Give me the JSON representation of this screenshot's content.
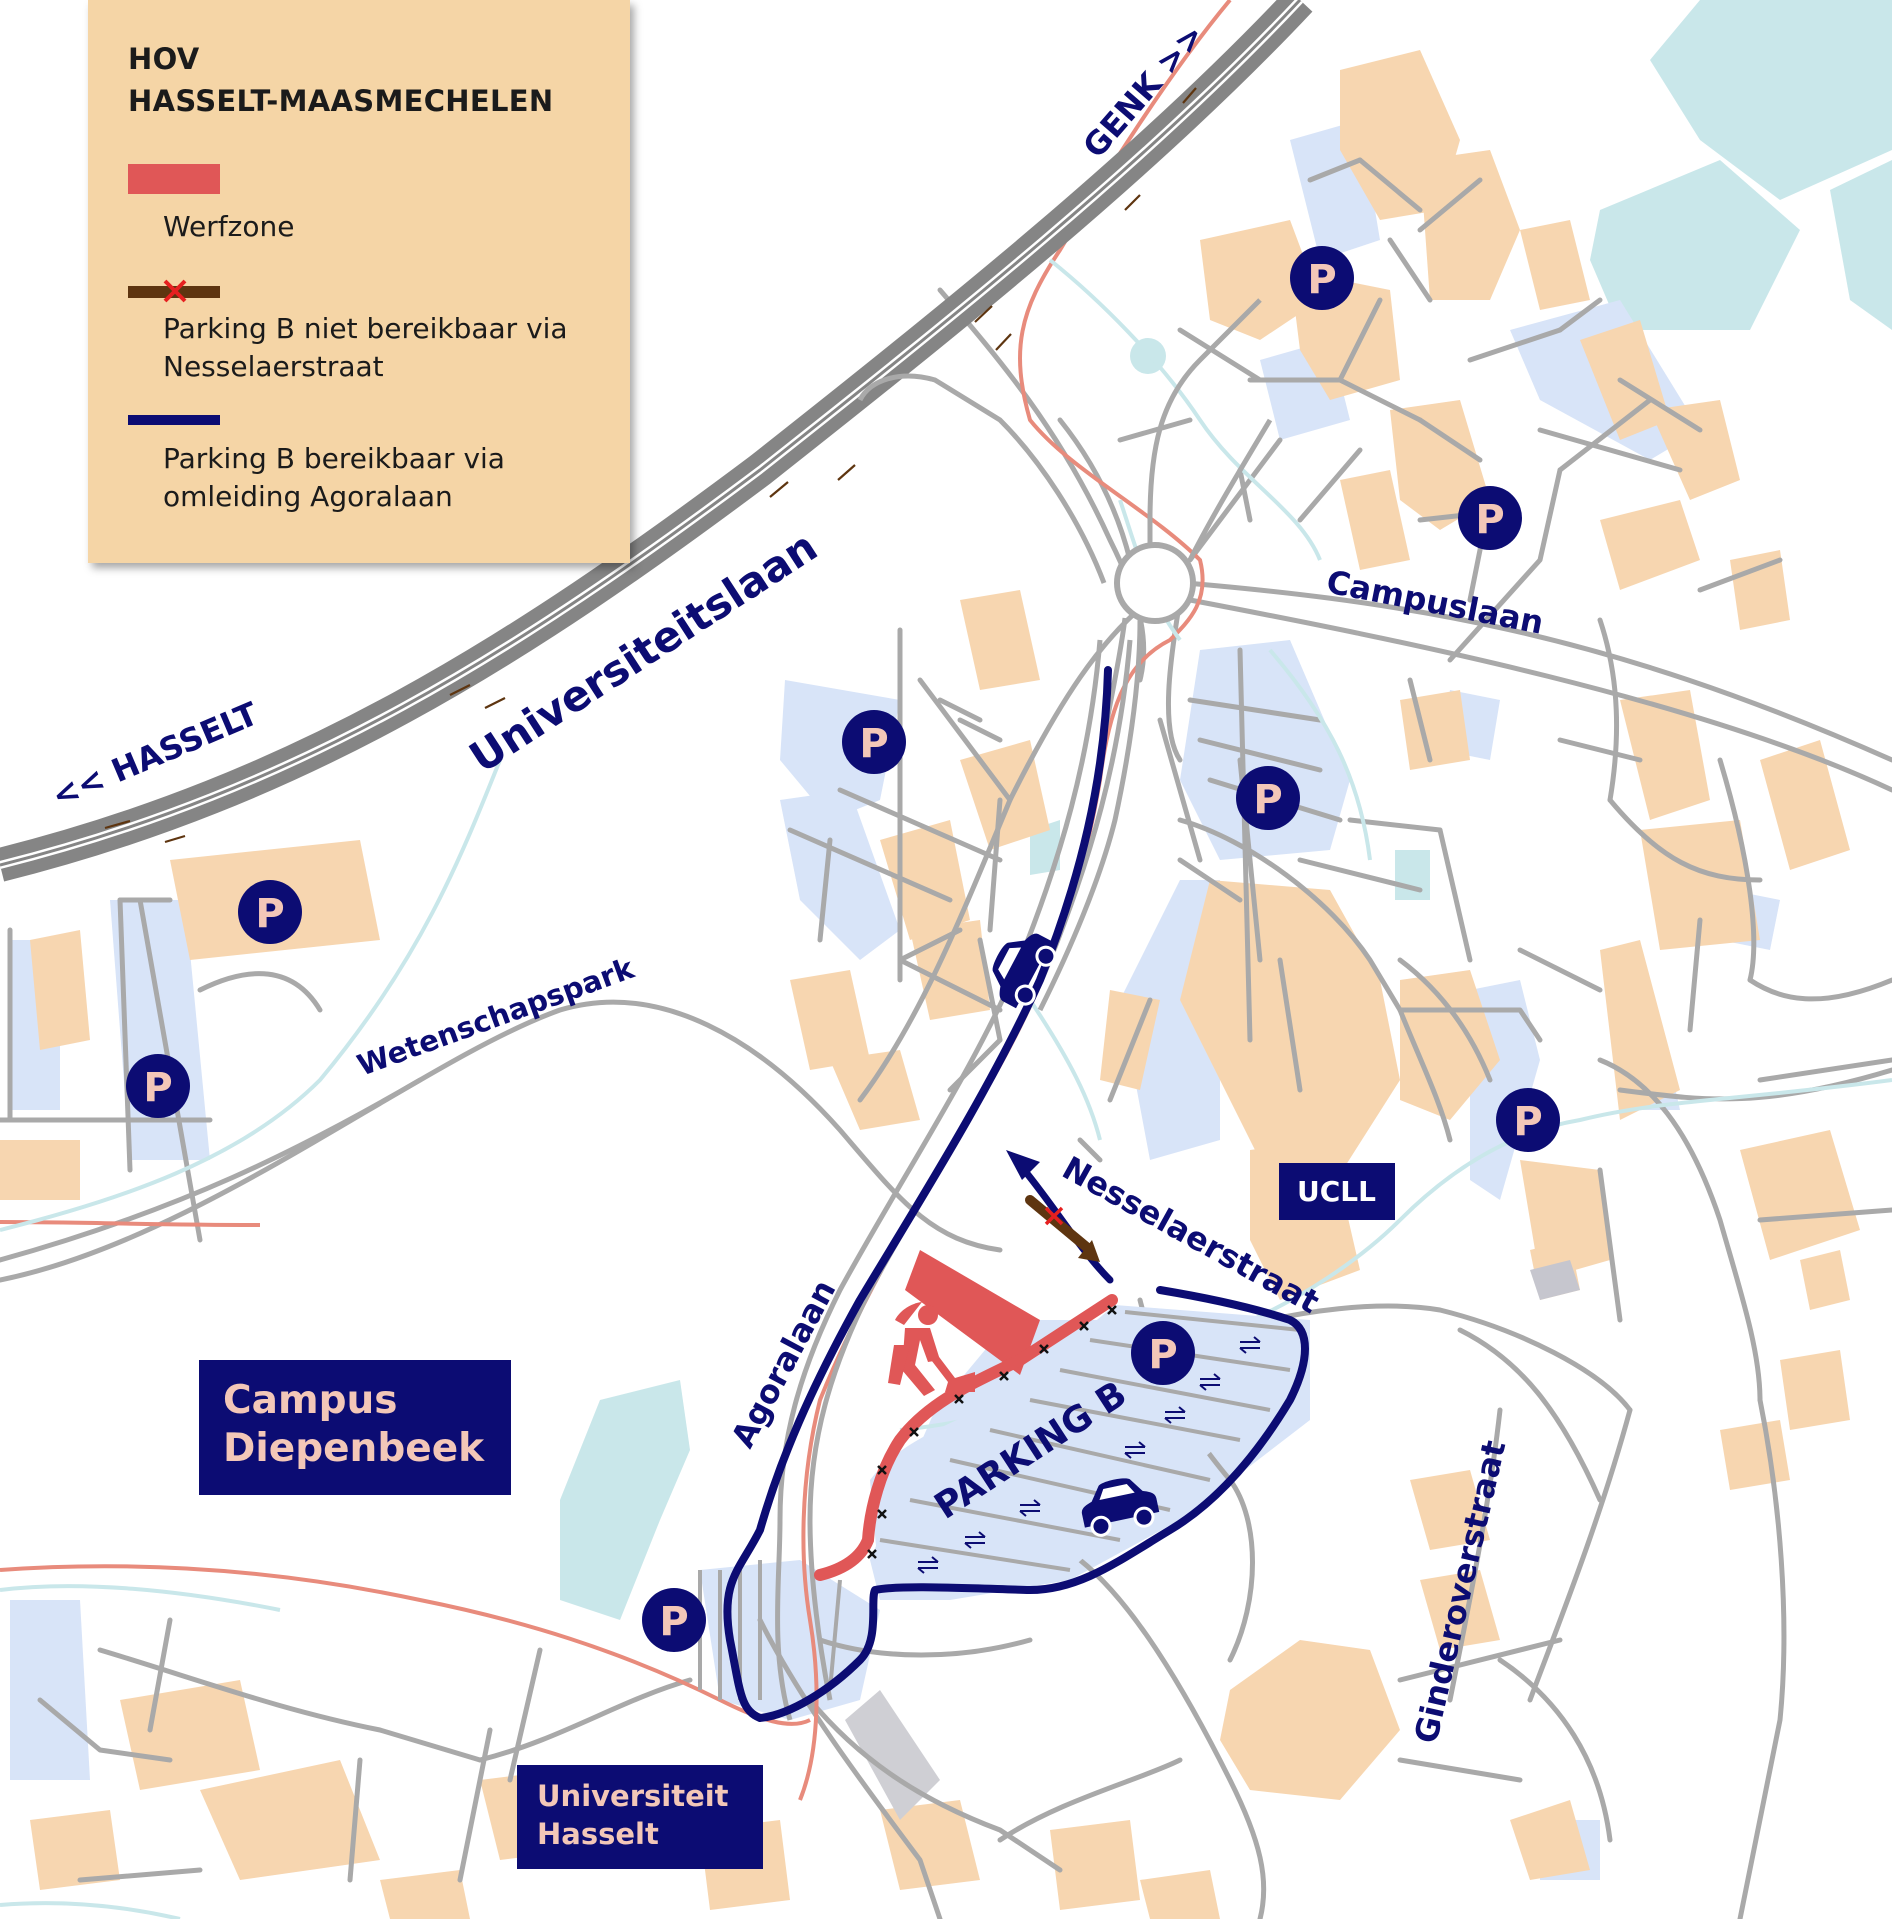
{
  "legend": {
    "title_line1": "HOV",
    "title_line2": "HASSELT-MAASMECHELEN",
    "items": [
      {
        "label": "Werfzone",
        "color": "#e05757"
      },
      {
        "label": "Parking B niet bereikbaar via Nesselaerstraat",
        "color": "#5e3510",
        "marker": "red-x"
      },
      {
        "label": "Parking B bereikbaar via omleiding Agoralaan",
        "color": "#0c0c73"
      }
    ]
  },
  "map": {
    "colors": {
      "road": "#a9a9a9",
      "highway": "#858585",
      "building": "#f7d6b0",
      "parking_area": "#d8e4f8",
      "water": "#c9e7ea",
      "detour_route": "#0c0c73",
      "work_zone": "#e05757",
      "blocked_route": "#5e3510",
      "salmon_path": "#e88b7c"
    },
    "direction_labels": {
      "left": "<< HASSELT",
      "right": "GENK >>"
    },
    "streets": {
      "universiteitslaan": "Universiteitslaan",
      "wetenschapspark": "Wetenschapspark",
      "campuslaan": "Campuslaan",
      "agoralaan": "Agoralaan",
      "nesselaerstraat": "Nesselaerstraat",
      "ginderoverstraat": "Ginderoverstraat"
    },
    "parking_symbol": "P",
    "parking_b_label": "PARKING B",
    "boxes": {
      "campus_line1": "Campus",
      "campus_line2": "Diepenbeek",
      "ucll": "UCLL",
      "uhasselt_line1": "Universiteit",
      "uhasselt_line2": "Hasselt"
    }
  }
}
